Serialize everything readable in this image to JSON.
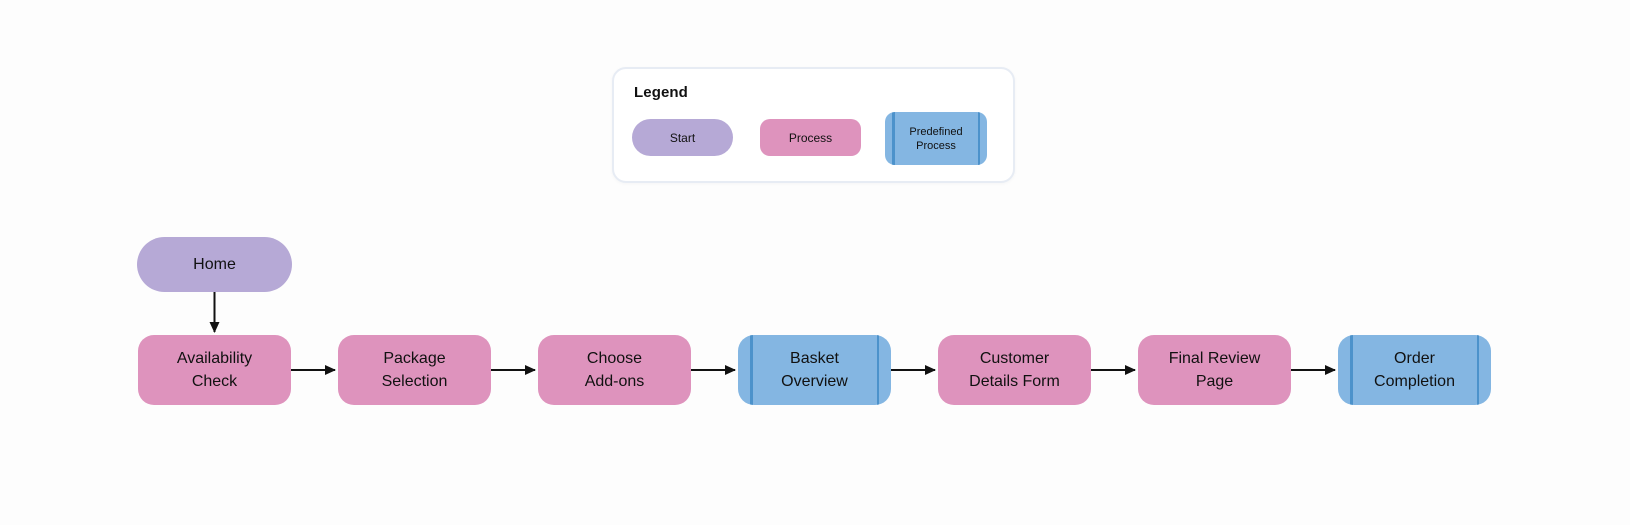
{
  "legend": {
    "title": "Legend",
    "items": [
      {
        "label": "Start",
        "shape": "pill"
      },
      {
        "label": "Process",
        "shape": "rounded-rect"
      },
      {
        "label": "Predefined Process",
        "shape": "predefined-rect"
      }
    ]
  },
  "flow": {
    "start": {
      "label": "Home",
      "type": "start"
    },
    "steps": [
      {
        "line1": "Availability",
        "line2": "Check",
        "type": "process"
      },
      {
        "line1": "Package",
        "line2": "Selection",
        "type": "process"
      },
      {
        "line1": "Choose",
        "line2": "Add-ons",
        "type": "process"
      },
      {
        "line1": "Basket",
        "line2": "Overview",
        "type": "predefined"
      },
      {
        "line1": "Customer",
        "line2": "Details Form",
        "type": "process"
      },
      {
        "line1": "Final Review",
        "line2": "Page",
        "type": "process"
      },
      {
        "line1": "Order",
        "line2": "Completion",
        "type": "predefined"
      }
    ]
  },
  "colors": {
    "start_fill": "#B6A9D6",
    "process_fill": "#DE93BD",
    "predefined_fill": "#84B6E2",
    "predefined_stripe": "#4C92CB",
    "arrow": "#111111",
    "text": "#111111",
    "legend_border": "#E7ECF4",
    "background": "#FDFDFD"
  }
}
